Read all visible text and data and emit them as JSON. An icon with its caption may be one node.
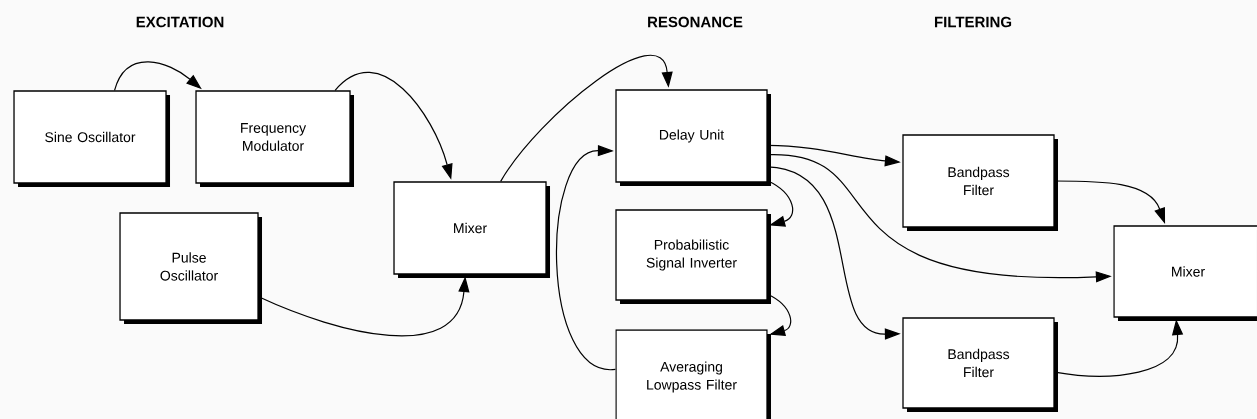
{
  "diagram": {
    "nodes": [
      {
        "text": [
          "Sine Oscillator"
        ]
      },
      {
        "text": [
          "Frequency Modulator"
        ]
      },
      {
        "text": [
          "Pulse Oscillator"
        ]
      },
      {
        "text": [
          "Mixer"
        ]
      },
      {
        "text": [
          "Delay Unit"
        ]
      },
      {
        "text": [
          "Probabilistic Signal Inverter"
        ]
      },
      {
        "text": [
          "Averaging Lowpass Filter"
        ]
      },
      {
        "text": [
          "Bandpass Filter"
        ]
      },
      {
        "text": [
          "Mixer"
        ]
      },
      {
        "text": [
          "Bandpass Filter"
        ]
      }
    ],
    "edges": [
      {
        "from": 0,
        "to": 1,
        "arrow": "to"
      },
      {
        "from": 1,
        "to": 3,
        "arrow": "to"
      },
      {
        "from": 2,
        "to": 3,
        "arrow": "to"
      },
      {
        "from": 3,
        "to": 4,
        "arrow": "to"
      },
      {
        "from": 6,
        "to": 4,
        "arrow": "to"
      },
      {
        "from": 4,
        "to": 5,
        "arrow": "to"
      },
      {
        "from": 5,
        "to": 6,
        "arrow": "to"
      },
      {
        "from": 4,
        "to": 7,
        "arrow": "to"
      },
      {
        "from": 4,
        "to": 8,
        "arrow": "to"
      },
      {
        "from": 4,
        "to": 9,
        "arrow": "to"
      },
      {
        "from": 7,
        "to": 8,
        "arrow": "to"
      },
      {
        "from": 9,
        "to": 8,
        "arrow": "to"
      }
    ],
    "labels": [
      "EXCITATION",
      "RESONANCE",
      "FILTERING"
    ]
  }
}
